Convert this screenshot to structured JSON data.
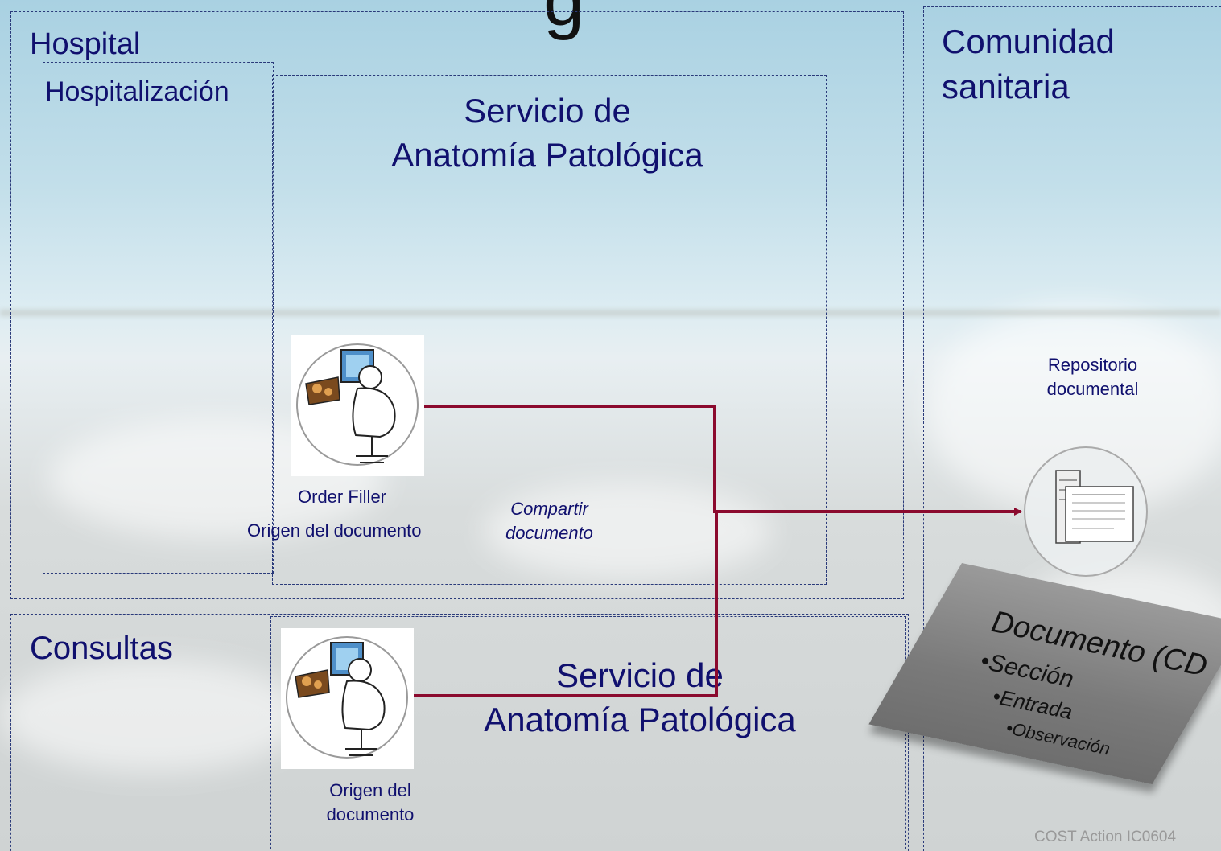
{
  "title_fragment": "g",
  "regions": {
    "hospital": "Hospital",
    "hospitalizacion": "Hospitalización",
    "servicio_top_line1": "Servicio de",
    "servicio_top_line2": "Anatomía Patológica",
    "comunidad_line1": "Comunidad",
    "comunidad_line2": "sanitaria",
    "consultas": "Consultas",
    "servicio_bottom_line1": "Servicio de",
    "servicio_bottom_line2": "Anatomía Patológica"
  },
  "actors": {
    "top_role": "Order Filler",
    "top_origin": "Origen del documento",
    "bottom_origin_line1": "Origen del",
    "bottom_origin_line2": "documento",
    "repo_line1": "Repositorio",
    "repo_line2": "documental"
  },
  "transaction": {
    "line1": "Compartir",
    "line2": "documento"
  },
  "document_card": {
    "title": "Documento (CD",
    "item1": "•Sección",
    "item2": "•Entrada",
    "item3": "•Observación"
  },
  "footer": "COST Action IC0604",
  "colors": {
    "label_text": "#10106e",
    "connector": "#8b0a2e",
    "border": "#2a3a7a"
  }
}
